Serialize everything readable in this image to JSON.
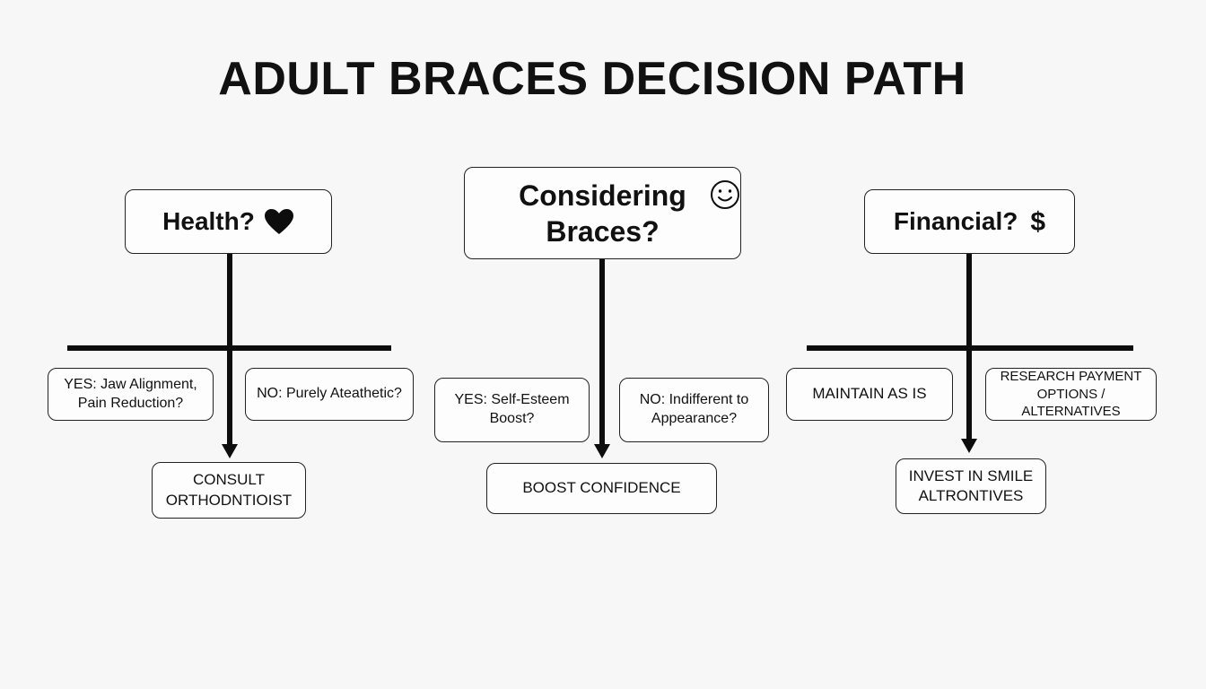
{
  "title": "ADULT BRACES DECISION PATH",
  "health": {
    "question": "Health?",
    "icon": "heart-icon",
    "yes": "YES: Jaw Alignment, Pain Reduction?",
    "no": "NO: Purely Ateathetic?",
    "outcome": "CONSULT ORTHODNTIOIST"
  },
  "center": {
    "question": "Considering Braces?",
    "icon": "smiley-icon",
    "yes": "YES: Self-Esteem Boost?",
    "no": "NO: Indifferent to Appearance?",
    "outcome": "BOOST CONFIDENCE"
  },
  "financial": {
    "question": "Financial?",
    "icon": "dollar-icon",
    "icon_glyph": "$",
    "left": "MAINTAIN AS IS",
    "right": "RESEARCH PAYMENT OPTIONS / ALTERNATIVES",
    "outcome": "INVEST IN SMILE ALTRONTIVES"
  },
  "colors": {
    "ink": "#0d0d0d",
    "background": "#f7f7f7",
    "box_fill": "#fdfdfd"
  }
}
